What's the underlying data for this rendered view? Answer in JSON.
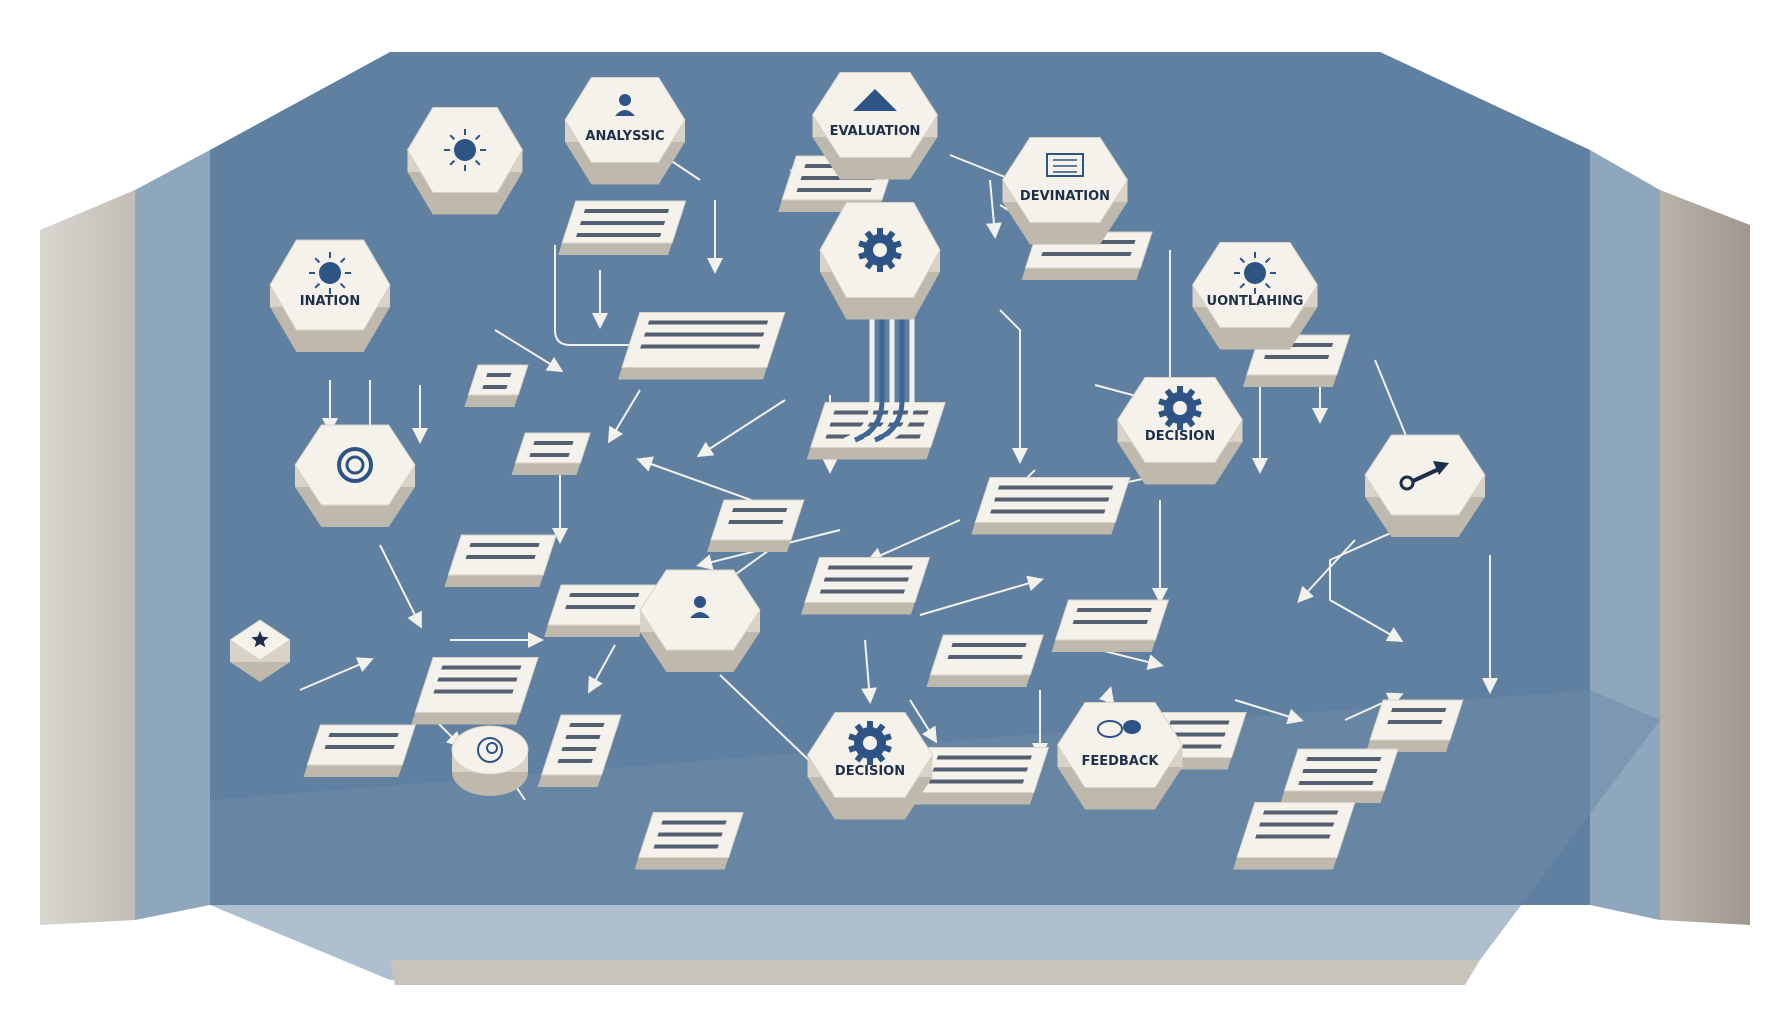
{
  "colors": {
    "platform": "#5f80a0",
    "platform_light": "#8aa6bf",
    "platform_side": "#c9c4bb",
    "platform_edge": "#a9a59e",
    "block_top": "#f5f2ec",
    "block_side": "#d8d2c7",
    "block_shadow": "#bfb8ac",
    "accent": "#2d5485",
    "ink": "#1d2f4a",
    "arrow": "#f3f1ec"
  },
  "nodes": [
    {
      "id": "analysis",
      "shape": "hex",
      "label": "ANALYSSIC",
      "icon": "person-icon"
    },
    {
      "id": "evaluation",
      "shape": "hex",
      "label": "EVALUATION",
      "icon": "mountain-icon"
    },
    {
      "id": "deviation",
      "shape": "hex",
      "label": "DEVINATION",
      "icon": "monitor-icon"
    },
    {
      "id": "ination",
      "shape": "hex",
      "label": "INATION",
      "icon": "sun-icon"
    },
    {
      "id": "top-left",
      "shape": "hex",
      "label": "",
      "icon": "globe-icon"
    },
    {
      "id": "gear-center",
      "shape": "hex",
      "label": "",
      "icon": "gear-icon"
    },
    {
      "id": "untlahing",
      "shape": "hex",
      "label": "UONTLAHING",
      "icon": "globe-icon"
    },
    {
      "id": "decision-r",
      "shape": "hex",
      "label": "DECISION",
      "icon": "gear-icon"
    },
    {
      "id": "target",
      "shape": "hex",
      "label": "",
      "icon": "target-icon"
    },
    {
      "id": "arrow-box",
      "shape": "hex",
      "label": "",
      "icon": "arrow-icon"
    },
    {
      "id": "user",
      "shape": "hex",
      "label": "",
      "icon": "person-icon"
    },
    {
      "id": "decision-b",
      "shape": "hex",
      "label": "DECISION",
      "icon": "gear-icon"
    },
    {
      "id": "feedback",
      "shape": "hex",
      "label": "FEEDBACK",
      "icon": "chat-icon"
    },
    {
      "id": "star",
      "shape": "box",
      "label": "",
      "icon": "star-icon"
    },
    {
      "id": "brain",
      "shape": "disc",
      "label": "",
      "icon": "brain-icon"
    }
  ]
}
